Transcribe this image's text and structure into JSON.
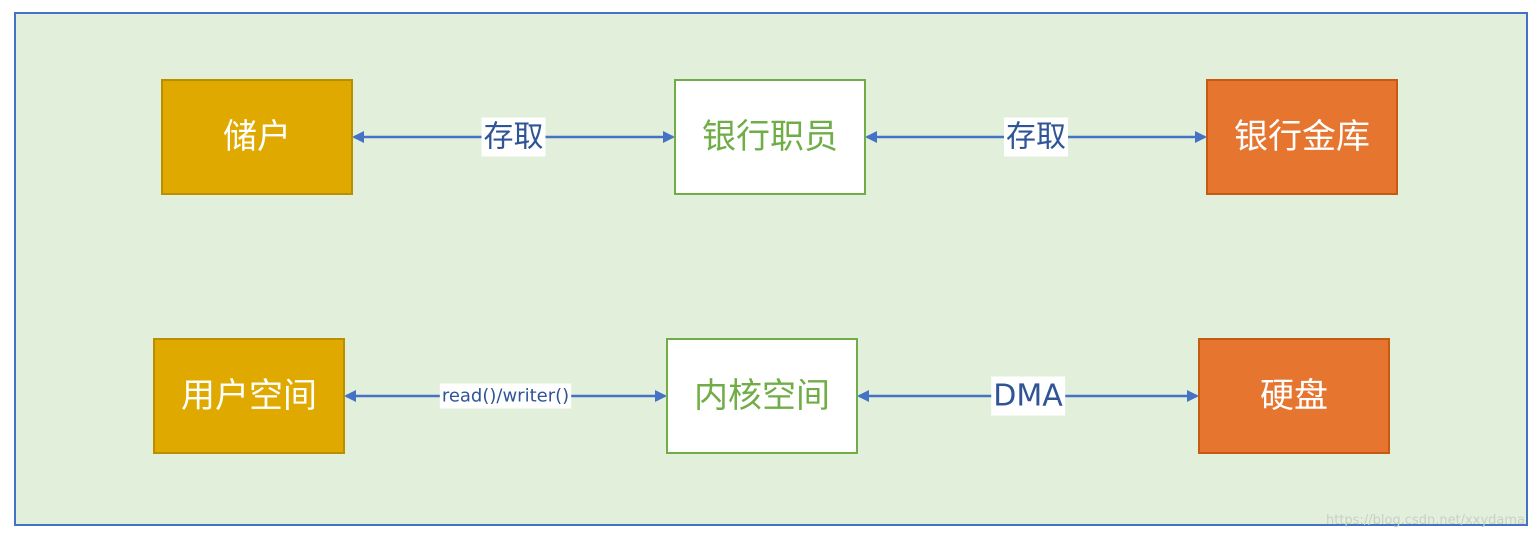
{
  "colors": {
    "background": "#e2efda",
    "frame_border": "#4472c4",
    "arrow": "#4472c4",
    "label_text": "#2f5597",
    "gold_fill": "#dfa900",
    "gold_border": "#b98f00",
    "white_fill": "#ffffff",
    "green_border": "#70ad47",
    "green_text": "#70ad47",
    "orange_fill": "#e67530",
    "orange_border": "#c55a11",
    "white_text": "#ffffff"
  },
  "rows": [
    {
      "nodes": [
        {
          "id": "depositor",
          "label": "储户",
          "style": "gold"
        },
        {
          "id": "bank-clerk",
          "label": "银行职员",
          "style": "white"
        },
        {
          "id": "bank-vault",
          "label": "银行金库",
          "style": "orange"
        }
      ],
      "edges": [
        {
          "from": "depositor",
          "to": "bank-clerk",
          "label": "存取"
        },
        {
          "from": "bank-clerk",
          "to": "bank-vault",
          "label": "存取"
        }
      ]
    },
    {
      "nodes": [
        {
          "id": "user-space",
          "label": "用户空间",
          "style": "gold"
        },
        {
          "id": "kernel-space",
          "label": "内核空间",
          "style": "white"
        },
        {
          "id": "hard-disk",
          "label": "硬盘",
          "style": "orange"
        }
      ],
      "edges": [
        {
          "from": "user-space",
          "to": "kernel-space",
          "label": "read()/writer()"
        },
        {
          "from": "kernel-space",
          "to": "hard-disk",
          "label": "DMA"
        }
      ]
    }
  ],
  "watermark": "https://blog.csdn.net/xxydama"
}
